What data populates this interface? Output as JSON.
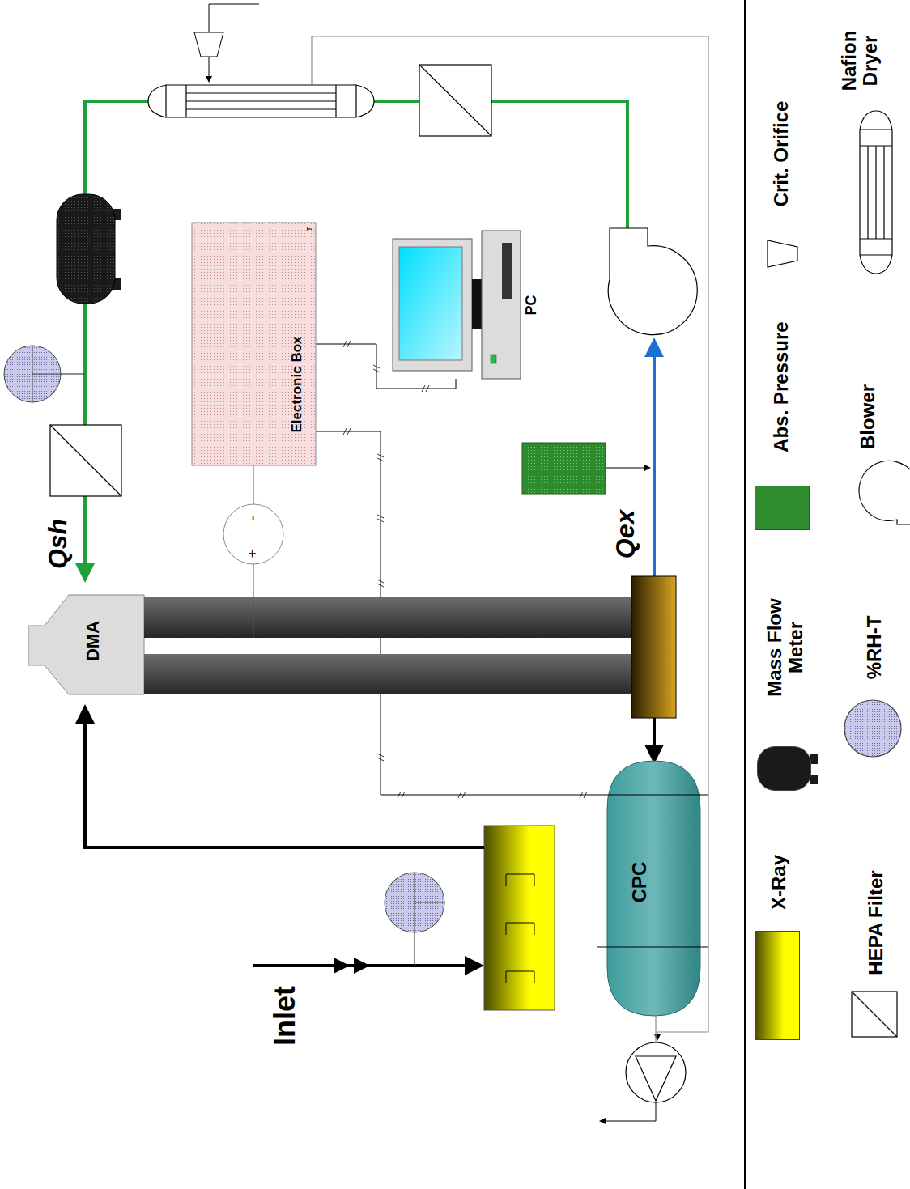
{
  "diagram": {
    "nodes": [
      {
        "text": [
          "DMA"
        ]
      },
      {
        "text": [
          "Electronic Box"
        ]
      },
      {
        "text": [
          "PC"
        ]
      },
      {
        "text": [
          "CPC"
        ]
      }
    ],
    "edges": [
      {
        "from": 0,
        "to": 3,
        "arrow": "to"
      },
      {
        "from": 1,
        "to": 2,
        "arrow": "none"
      },
      {
        "from": 1,
        "to": 3,
        "arrow": "none"
      },
      {
        "from": 1,
        "to": 0,
        "arrow": "none"
      }
    ],
    "labels": [
      "Inlet",
      "Qsh",
      "Qex",
      "T",
      "-",
      "+"
    ],
    "legend": [
      {
        "text": "X-Ray",
        "color": "#ffff00"
      },
      {
        "text": "HEPA Filter"
      },
      {
        "text": "Mass Flow Meter",
        "color": "#1a1a1a"
      },
      {
        "text": "%RH-T"
      },
      {
        "text": "Abs. Pressure",
        "color": "#2e8b2e"
      },
      {
        "text": "Blower"
      },
      {
        "text": "Crit. Orifice"
      },
      {
        "text": "Nafion Dryer"
      }
    ]
  }
}
